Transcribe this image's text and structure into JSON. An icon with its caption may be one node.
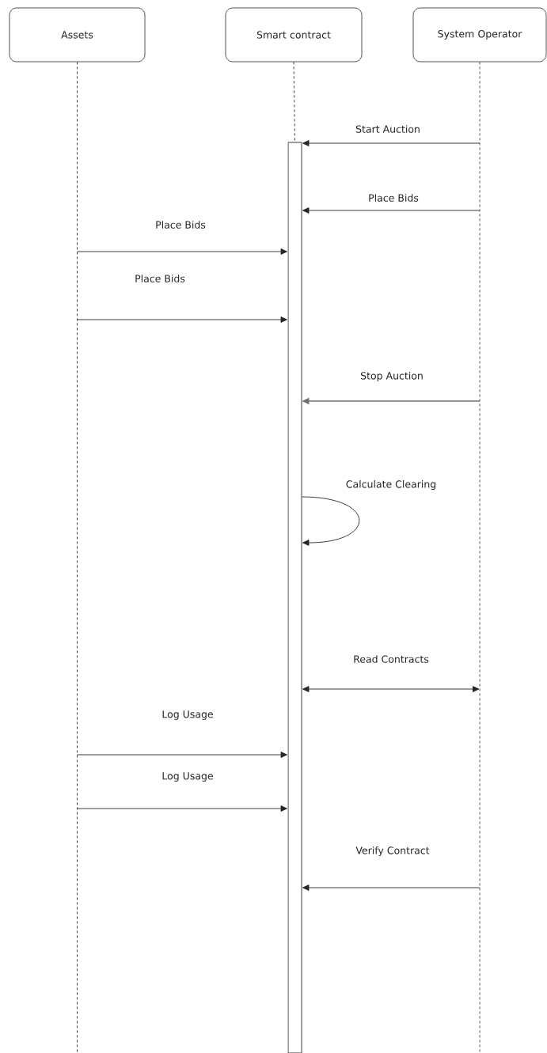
{
  "diagram": {
    "nodes": [
      {
        "text": [
          "Assets"
        ]
      },
      {
        "text": [
          "Smart contract"
        ]
      },
      {
        "text": [
          "System Operator"
        ]
      },
      {
        "text": [],
        "shape": "bar"
      }
    ],
    "edges": [
      {
        "from": 1,
        "to": 3,
        "arrow": "none",
        "style": "dashed"
      },
      {
        "from": 2,
        "to": 3,
        "arrow": "to",
        "label": "Start Auction"
      },
      {
        "from": 2,
        "to": 3,
        "arrow": "to",
        "label": "Place Bids"
      },
      {
        "from": 0,
        "to": 3,
        "arrow": "to",
        "label": "Place Bids"
      },
      {
        "from": 0,
        "to": 3,
        "arrow": "to",
        "label": "Place Bids"
      },
      {
        "from": 2,
        "to": 3,
        "arrow": "to",
        "label": "Stop Auction",
        "color": "#707070"
      },
      {
        "from": 3,
        "to": 3,
        "arrow": "to",
        "label": "Calculate Clearing"
      },
      {
        "from": 3,
        "to": 2,
        "arrow": "both",
        "label": "Read Contracts"
      },
      {
        "from": 0,
        "to": 3,
        "arrow": "to",
        "label": "Log Usage"
      },
      {
        "from": 0,
        "to": 3,
        "arrow": "to",
        "label": "Log Usage"
      },
      {
        "from": 2,
        "to": 3,
        "arrow": "to",
        "label": "Verify Contract"
      }
    ]
  }
}
